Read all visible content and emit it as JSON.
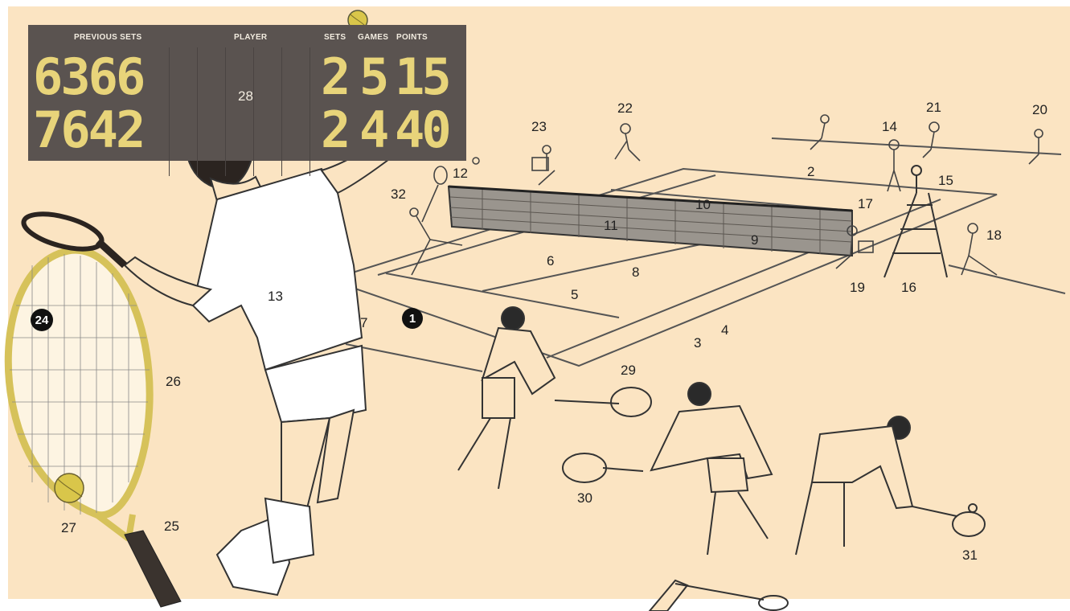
{
  "scoreboard": {
    "headers": {
      "previous_sets": "PREVIOUS SETS",
      "player": "PLAYER",
      "sets": "SETS",
      "games": "GAMES",
      "points": "POINTS"
    },
    "rows": [
      {
        "previous_sets": "6366",
        "sets": "2",
        "games": "5",
        "points": "15"
      },
      {
        "previous_sets": "7642",
        "sets": "2",
        "games": "4",
        "points": "40"
      }
    ],
    "player_label": "28"
  },
  "badge_label": "1",
  "callouts": [
    "2",
    "3",
    "4",
    "5",
    "6",
    "7",
    "8",
    "9",
    "10",
    "11",
    "12",
    "13",
    "14",
    "15",
    "16",
    "17",
    "18",
    "19",
    "20",
    "21",
    "22",
    "23",
    "24",
    "25",
    "26",
    "27",
    "29",
    "30",
    "31",
    "32"
  ],
  "colors": {
    "background": "#fbe4c2",
    "scoreboard": "#5a5350",
    "digits": "#e8d47a",
    "ball": "#d9c64a",
    "racket_frame": "#d6c25a"
  }
}
